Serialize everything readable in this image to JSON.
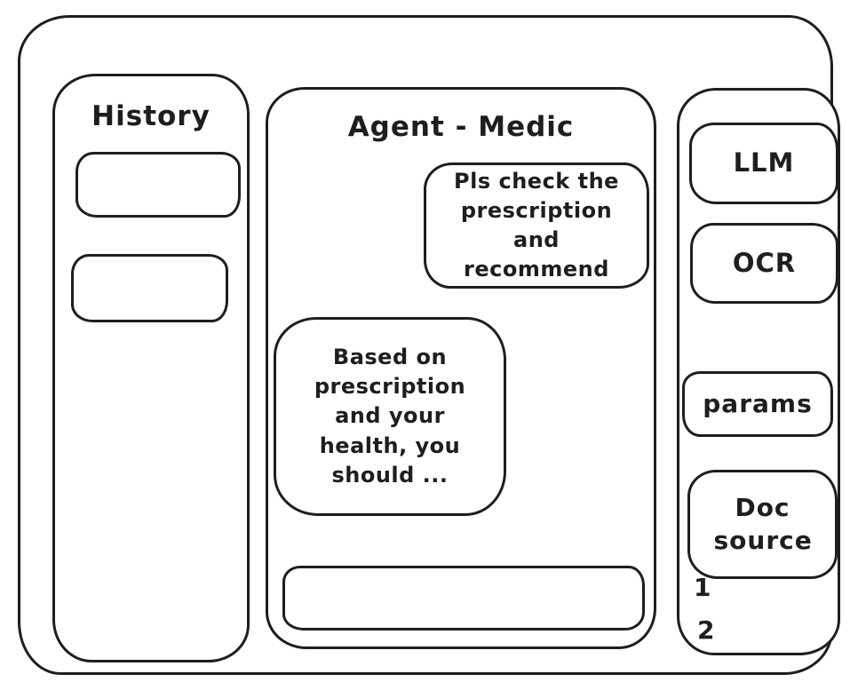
{
  "colors": {
    "ink": "#1e1e1e",
    "background": "#ffffff"
  },
  "history": {
    "title": "History"
  },
  "chat": {
    "title": "Agent - Medic",
    "user_message": "Pls check the prescription and recommend",
    "assistant_message": "Based on prescription and your health, you should ...",
    "input_value": ""
  },
  "tools": {
    "llm_label": "LLM",
    "ocr_label": "OCR",
    "params_label": "params",
    "doc_source_label": "Doc source",
    "doc_items": [
      "1",
      "2"
    ]
  }
}
